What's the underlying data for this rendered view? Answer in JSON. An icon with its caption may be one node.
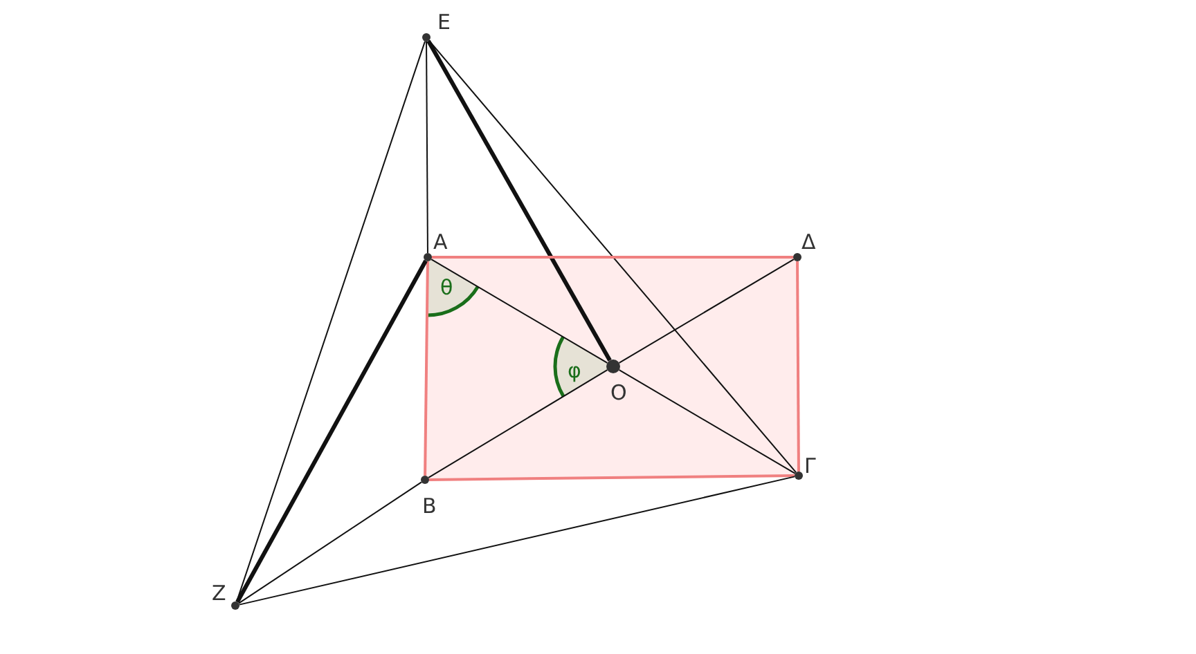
{
  "diagram": {
    "nodes": [
      {
        "text": [
          "E"
        ]
      },
      {
        "text": [
          "A"
        ]
      },
      {
        "text": [
          "Δ"
        ]
      },
      {
        "text": [
          "O"
        ]
      },
      {
        "text": [
          "B"
        ]
      },
      {
        "text": [
          "Γ"
        ]
      },
      {
        "text": [
          "Z"
        ]
      }
    ],
    "edges": [
      {
        "from": 0,
        "to": 1,
        "arrow": "none"
      },
      {
        "from": 0,
        "to": 3,
        "arrow": "none",
        "style": "thick"
      },
      {
        "from": 0,
        "to": 5,
        "arrow": "none"
      },
      {
        "from": 0,
        "to": 6,
        "arrow": "none"
      },
      {
        "from": 1,
        "to": 2,
        "arrow": "none",
        "color": "#f08080"
      },
      {
        "from": 1,
        "to": 4,
        "arrow": "none",
        "color": "#f08080"
      },
      {
        "from": 4,
        "to": 5,
        "arrow": "none",
        "color": "#f08080"
      },
      {
        "from": 5,
        "to": 2,
        "arrow": "none",
        "color": "#f08080"
      },
      {
        "from": 1,
        "to": 3,
        "arrow": "none"
      },
      {
        "from": 3,
        "to": 5,
        "arrow": "none"
      },
      {
        "from": 4,
        "to": 3,
        "arrow": "none"
      },
      {
        "from": 3,
        "to": 2,
        "arrow": "none"
      },
      {
        "from": 1,
        "to": 6,
        "arrow": "none",
        "style": "thick"
      },
      {
        "from": 4,
        "to": 6,
        "arrow": "none"
      },
      {
        "from": 6,
        "to": 5,
        "arrow": "none"
      }
    ],
    "labels": [
      "θ",
      "φ"
    ]
  }
}
